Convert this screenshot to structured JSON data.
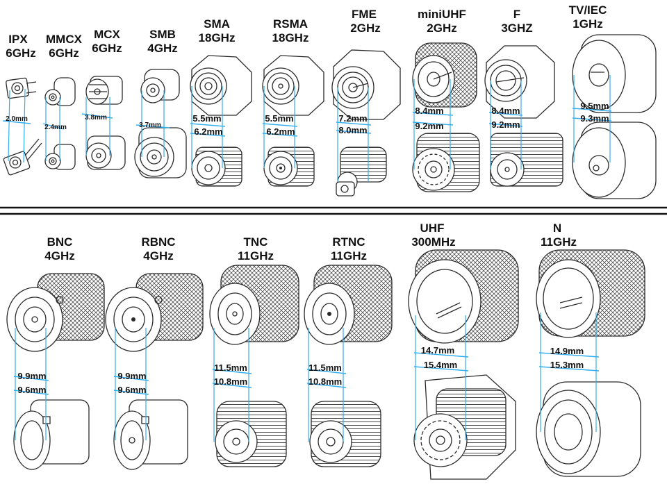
{
  "top_row": [
    {
      "name": "IPX",
      "freq": "6GHz",
      "dims": [
        "2.0mm"
      ]
    },
    {
      "name": "MMCX",
      "freq": "6GHz",
      "dims": [
        "2.4mm"
      ]
    },
    {
      "name": "MCX",
      "freq": "6GHz",
      "dims": [
        "3.8mm"
      ]
    },
    {
      "name": "SMB",
      "freq": "4GHz",
      "dims": [
        "3.7mm"
      ]
    },
    {
      "name": "SMA",
      "freq": "18GHz",
      "dims": [
        "5.5mm",
        "6.2mm"
      ]
    },
    {
      "name": "RSMA",
      "freq": "18GHz",
      "dims": [
        "5.5mm",
        "6.2mm"
      ]
    },
    {
      "name": "FME",
      "freq": "2GHz",
      "dims": [
        "7.2mm",
        "8.0mm"
      ]
    },
    {
      "name": "miniUHF",
      "freq": "2GHz",
      "dims": [
        "8.4mm",
        "9.2mm"
      ]
    },
    {
      "name": "F",
      "freq": "3GHZ",
      "dims": [
        "8.4mm",
        "9.2mm"
      ]
    },
    {
      "name": "TV/IEC",
      "freq": "1GHz",
      "dims": [
        "9.5mm",
        "9.3mm"
      ]
    }
  ],
  "bottom_row": [
    {
      "name": "BNC",
      "freq": "4GHz",
      "dims": [
        "9.9mm",
        "9.6mm"
      ]
    },
    {
      "name": "RBNC",
      "freq": "4GHz",
      "dims": [
        "9.9mm",
        "9.6mm"
      ]
    },
    {
      "name": "TNC",
      "freq": "11GHz",
      "dims": [
        "11.5mm",
        "10.8mm"
      ]
    },
    {
      "name": "RTNC",
      "freq": "11GHz",
      "dims": [
        "11.5mm",
        "10.8mm"
      ]
    },
    {
      "name": "UHF",
      "freq": "300MHz",
      "dims": [
        "14.7mm",
        "15.4mm"
      ]
    },
    {
      "name": "N",
      "freq": "11GHz",
      "dims": [
        "14.9mm",
        "15.3mm"
      ]
    }
  ],
  "colors": {
    "measure": "#33aef0",
    "ink": "#2a2a2a",
    "background": "#ffffff"
  }
}
